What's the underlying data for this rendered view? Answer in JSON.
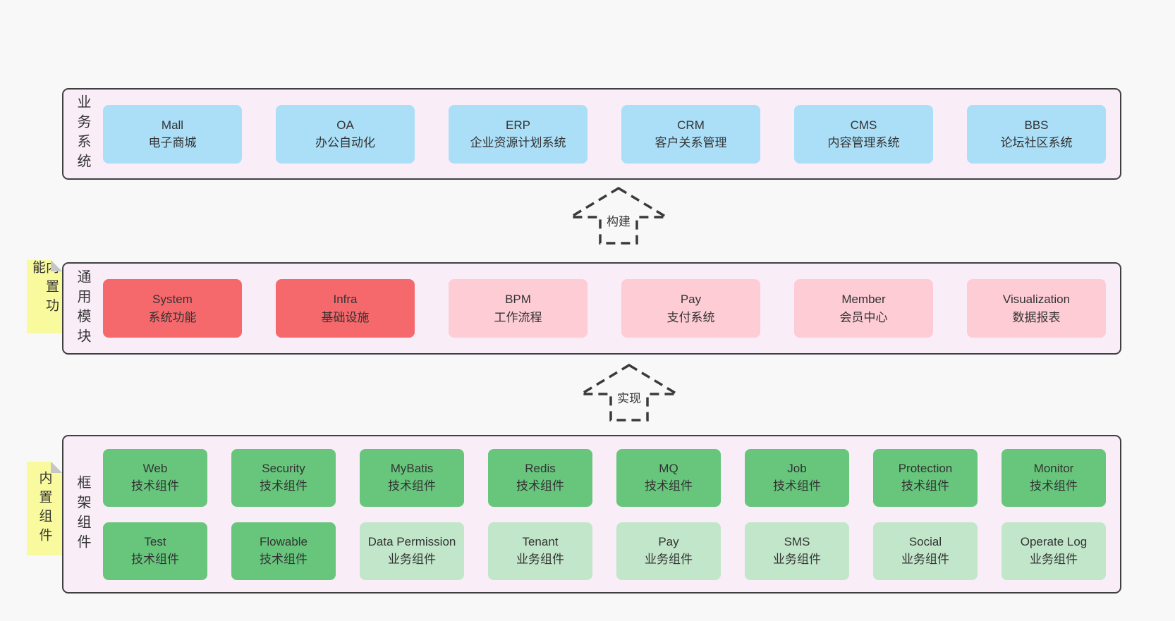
{
  "colors": {
    "page_background": "#f8f8f8",
    "layer_fill": "#f9edf8",
    "layer_border": "#404040",
    "box_blue": "#abdff7",
    "box_red": "#f5696c",
    "box_pink": "#fdccd5",
    "box_green": "#67c67c",
    "box_green_light": "#c1e6c9",
    "sticky_note_yellow": "#f9f99e",
    "text": "#333333"
  },
  "arrows": [
    {
      "label": "构建"
    },
    {
      "label": "实现"
    }
  ],
  "layers": [
    {
      "label": "业务系统",
      "boxes": [
        {
          "name": "Mall",
          "desc": "电子商城"
        },
        {
          "name": "OA",
          "desc": "办公自动化"
        },
        {
          "name": "ERP",
          "desc": "企业资源计划系统"
        },
        {
          "name": "CRM",
          "desc": "客户关系管理"
        },
        {
          "name": "CMS",
          "desc": "内容管理系统"
        },
        {
          "name": "BBS",
          "desc": "论坛社区系统"
        }
      ]
    },
    {
      "label": "通用模块",
      "note": "内置功能",
      "boxes": [
        {
          "name": "System",
          "desc": "系统功能"
        },
        {
          "name": "Infra",
          "desc": "基础设施"
        },
        {
          "name": "BPM",
          "desc": "工作流程"
        },
        {
          "name": "Pay",
          "desc": "支付系统"
        },
        {
          "name": "Member",
          "desc": "会员中心"
        },
        {
          "name": "Visualization",
          "desc": "数据报表"
        }
      ]
    },
    {
      "label": "框架组件",
      "note": "内置组件",
      "rows": [
        [
          {
            "name": "Web",
            "desc": "技术组件"
          },
          {
            "name": "Security",
            "desc": "技术组件"
          },
          {
            "name": "MyBatis",
            "desc": "技术组件"
          },
          {
            "name": "Redis",
            "desc": "技术组件"
          },
          {
            "name": "MQ",
            "desc": "技术组件"
          },
          {
            "name": "Job",
            "desc": "技术组件"
          },
          {
            "name": "Protection",
            "desc": "技术组件"
          },
          {
            "name": "Monitor",
            "desc": "技术组件"
          }
        ],
        [
          {
            "name": "Test",
            "desc": "技术组件"
          },
          {
            "name": "Flowable",
            "desc": "技术组件"
          },
          {
            "name": "Data Permission",
            "desc": "业务组件"
          },
          {
            "name": "Tenant",
            "desc": "业务组件"
          },
          {
            "name": "Pay",
            "desc": "业务组件"
          },
          {
            "name": "SMS",
            "desc": "业务组件"
          },
          {
            "name": "Social",
            "desc": "业务组件"
          },
          {
            "name": "Operate Log",
            "desc": "业务组件"
          }
        ]
      ]
    }
  ]
}
